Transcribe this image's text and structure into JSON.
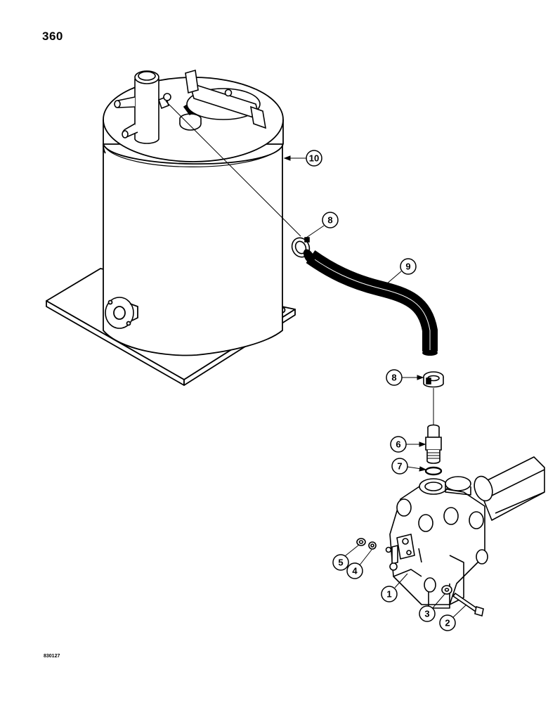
{
  "page": {
    "number": "360",
    "reference_code": "830127"
  },
  "callouts": {
    "c1": "1",
    "c2": "2",
    "c3": "3",
    "c4": "4",
    "c5": "5",
    "c6": "6",
    "c7": "7",
    "c8a": "8",
    "c8b": "8",
    "c9": "9",
    "c10": "10"
  },
  "icons": {
    "reservoir": "hydraulic-reservoir-tank",
    "hose": "suction-hose",
    "clamp": "hose-clamp",
    "adapter": "hose-adapter-fitting",
    "oring": "o-ring",
    "valve": "control-valve-body",
    "bolt": "bolt",
    "washer": "washer",
    "nut": "nut"
  }
}
